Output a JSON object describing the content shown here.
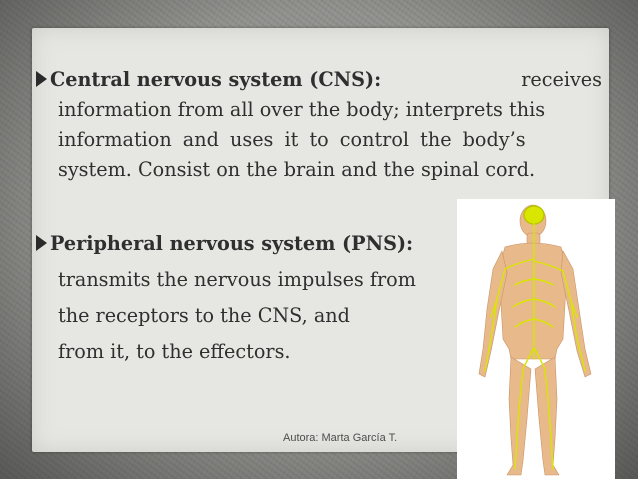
{
  "slide": {
    "cns": {
      "term": "Central nervous system (CNS):",
      "line1_rest": "receives",
      "line2": "information from all over the body; interprets this",
      "line3": "information and uses it to control the body’s",
      "line4": "system. Consist on the brain and the spinal cord."
    },
    "pns": {
      "term": "Peripheral nervous system (PNS):",
      "line2": "transmits the nervous impulses from",
      "line3": "the receptors to the CNS, and",
      "line4": "from it, to the effectors."
    },
    "author": "Autora: Marta García T.",
    "colors": {
      "background": "#8f8f8c",
      "panel": "#e6e6e3",
      "text": "#2f2f2f",
      "nerves": "#d8e600",
      "skin": "#e8b98b"
    },
    "figure_icon": "human-nervous-system-illustration"
  }
}
